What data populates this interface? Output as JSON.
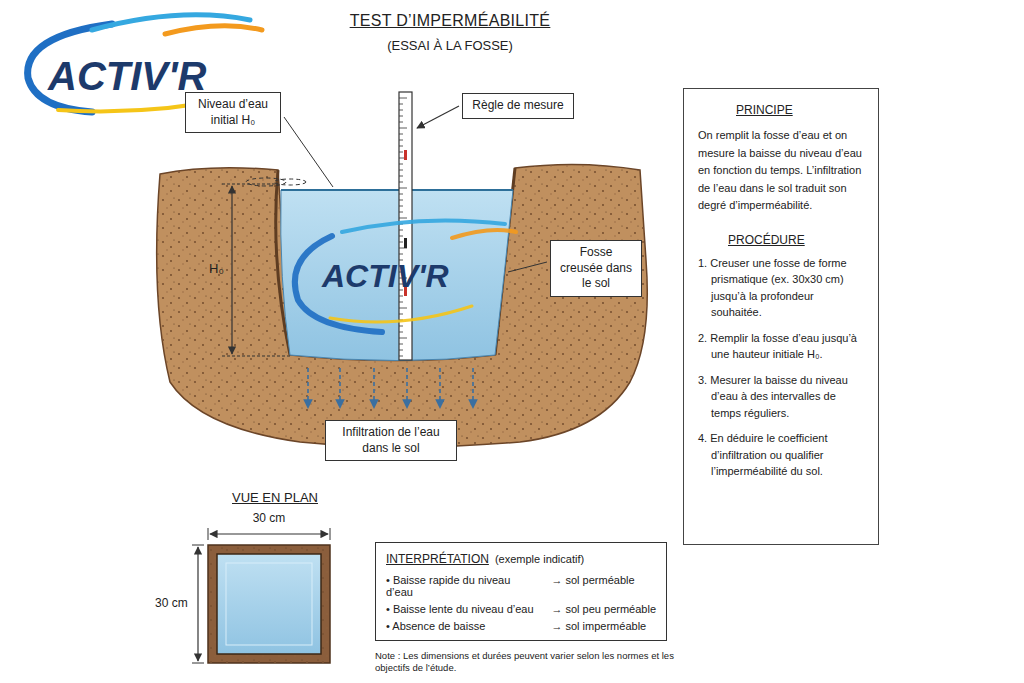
{
  "diagram": {
    "title": "TEST D’IMPERMÉABILITÉ",
    "nodes": [
      {
        "text": [
          "Niveau d’eau initial H₀"
        ]
      },
      {
        "text": [
          "Règle de mesure"
        ]
      },
      {
        "text": [
          "Fosse creusée dans le sol"
        ]
      },
      {
        "text": [
          "Infiltration de l’eau dans le sol"
        ]
      },
      {
        "text": [
          "PRINCIPE",
          "On remplit la fosse d’eau et on mesure la baisse du niveau d’eau en fonction du temps. L’infiltration de l’eau dans le sol traduit son degré d’imperméabilité.",
          "PROCÉDURE",
          "1. Creuser une fosse de forme prismatique (ex. 30x30 cm) jusqu’à la profondeur souhaitée.",
          "2. Remplir la fosse d’eau jusqu’à une hauteur initiale H₀.",
          "3. Mesurer la baisse du niveau d’eau à des intervalles de temps réguliers.",
          "4. En déduire le coefficient d’infiltration ou qualifier l’imperméabilité du sol."
        ]
      },
      {
        "text": [
          "INTERPRÉTATION",
          "(exemple indicatif)",
          "• Baisse rapide du niveau d’eau",
          "→ sol perméable",
          "• Baisse lente du niveau d’eau",
          "→ sol peu perméable",
          "• Absence de baisse",
          "→ sol imperméable"
        ]
      }
    ],
    "labels": [
      "(ESSAI À LA FOSSE)",
      "ACTIV'R",
      "ACTIV'R",
      "H₀",
      "VUE EN PLAN",
      "30 cm",
      "30 cm",
      "Note : Les dimensions et durées peuvent varier selon les normes et les objectifs de l’étude."
    ]
  }
}
